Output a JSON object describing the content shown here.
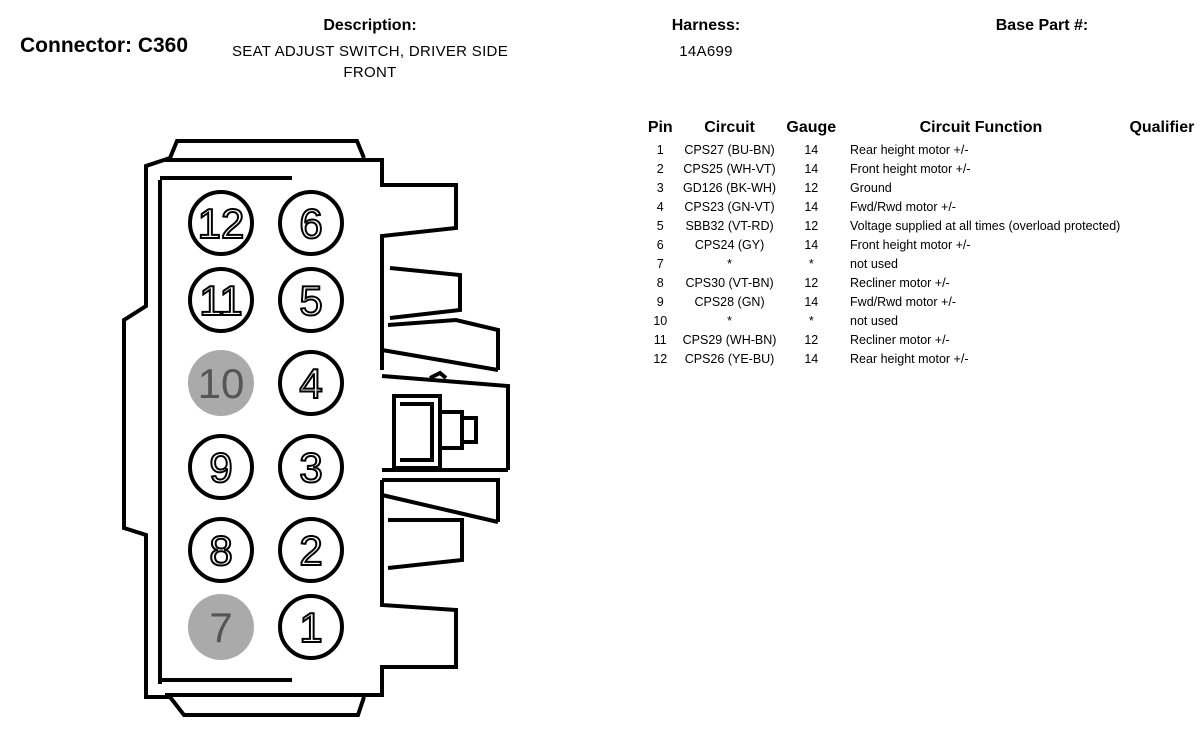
{
  "header": {
    "connector_label": "Connector: C360",
    "description_label": "Description:",
    "description_line1": "SEAT ADJUST SWITCH, DRIVER SIDE",
    "description_line2": "FRONT",
    "harness_label": "Harness:",
    "harness_value": "14A699",
    "base_part_label": "Base Part #:"
  },
  "table": {
    "columns": [
      "Pin",
      "Circuit",
      "Gauge",
      "Circuit Function",
      "Qualifier"
    ],
    "rows": [
      {
        "pin": "1",
        "circuit": "CPS27 (BU-BN)",
        "gauge": "14",
        "function": "Rear height motor +/-"
      },
      {
        "pin": "2",
        "circuit": "CPS25 (WH-VT)",
        "gauge": "14",
        "function": "Front height motor +/-"
      },
      {
        "pin": "3",
        "circuit": "GD126 (BK-WH)",
        "gauge": "12",
        "function": "Ground"
      },
      {
        "pin": "4",
        "circuit": "CPS23 (GN-VT)",
        "gauge": "14",
        "function": "Fwd/Rwd motor +/-"
      },
      {
        "pin": "5",
        "circuit": "SBB32 (VT-RD)",
        "gauge": "12",
        "function": "Voltage supplied at all times (overload protected)"
      },
      {
        "pin": "6",
        "circuit": "CPS24 (GY)",
        "gauge": "14",
        "function": "Front height motor +/-"
      },
      {
        "pin": "7",
        "circuit": "*",
        "gauge": "*",
        "function": "not used"
      },
      {
        "pin": "8",
        "circuit": "CPS30 (VT-BN)",
        "gauge": "12",
        "function": "Recliner motor +/-"
      },
      {
        "pin": "9",
        "circuit": "CPS28 (GN)",
        "gauge": "14",
        "function": "Fwd/Rwd motor +/-"
      },
      {
        "pin": "10",
        "circuit": "*",
        "gauge": "*",
        "function": "not used"
      },
      {
        "pin": "11",
        "circuit": "CPS29 (WH-BN)",
        "gauge": "12",
        "function": "Recliner motor +/-"
      },
      {
        "pin": "12",
        "circuit": "CPS26 (YE-BU)",
        "gauge": "14",
        "function": "Rear height motor +/-"
      }
    ]
  },
  "diagram": {
    "pins": [
      {
        "label": "12",
        "unused": false
      },
      {
        "label": "6",
        "unused": false
      },
      {
        "label": "11",
        "unused": false
      },
      {
        "label": "5",
        "unused": false
      },
      {
        "label": "10",
        "unused": true
      },
      {
        "label": "4",
        "unused": false
      },
      {
        "label": "9",
        "unused": false
      },
      {
        "label": "3",
        "unused": false
      },
      {
        "label": "8",
        "unused": false
      },
      {
        "label": "2",
        "unused": false
      },
      {
        "label": "7",
        "unused": true
      },
      {
        "label": "1",
        "unused": false
      }
    ],
    "colors": {
      "unused_fill": "#aaaaaa",
      "unused_text": "#555555",
      "line": "#000000"
    }
  }
}
